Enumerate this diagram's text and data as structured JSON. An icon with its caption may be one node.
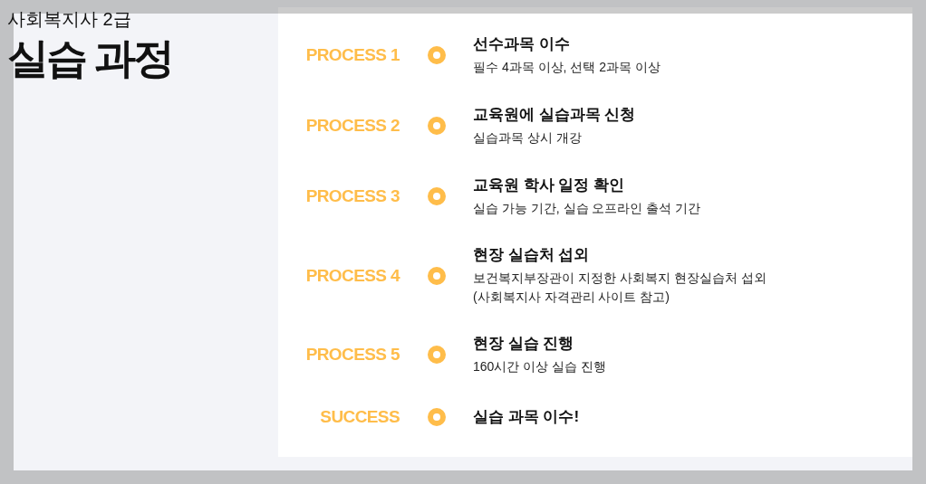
{
  "diagram": {
    "title": "실습 과정",
    "nodes": [
      {
        "text": [
          "선수과목 이수",
          "필수 4과목 이상, 선택 2과목 이상"
        ]
      },
      {
        "text": [
          "교육원에 실습과목 신청",
          "실습과목 상시 개강"
        ]
      },
      {
        "text": [
          "교육원 학사 일정 확인",
          "실습 가능 기간, 실습 오프라인 출석 기간"
        ]
      },
      {
        "text": [
          "현장 실습처 섭외",
          "보건복지부장관이 지정한 사회복지 현장실습처 섭외 (사회복지사 자격관리 사이트 참고)"
        ]
      },
      {
        "text": [
          "현장 실습 진행",
          "160시간 이상 실습 진행"
        ]
      },
      {
        "text": [
          "실습 과목 이수!"
        ]
      }
    ],
    "labels": [
      "사회복지사 2급",
      "PROCESS 1",
      "PROCESS 2",
      "PROCESS 3",
      "PROCESS 4",
      "PROCESS 5",
      "SUCCESS"
    ]
  }
}
